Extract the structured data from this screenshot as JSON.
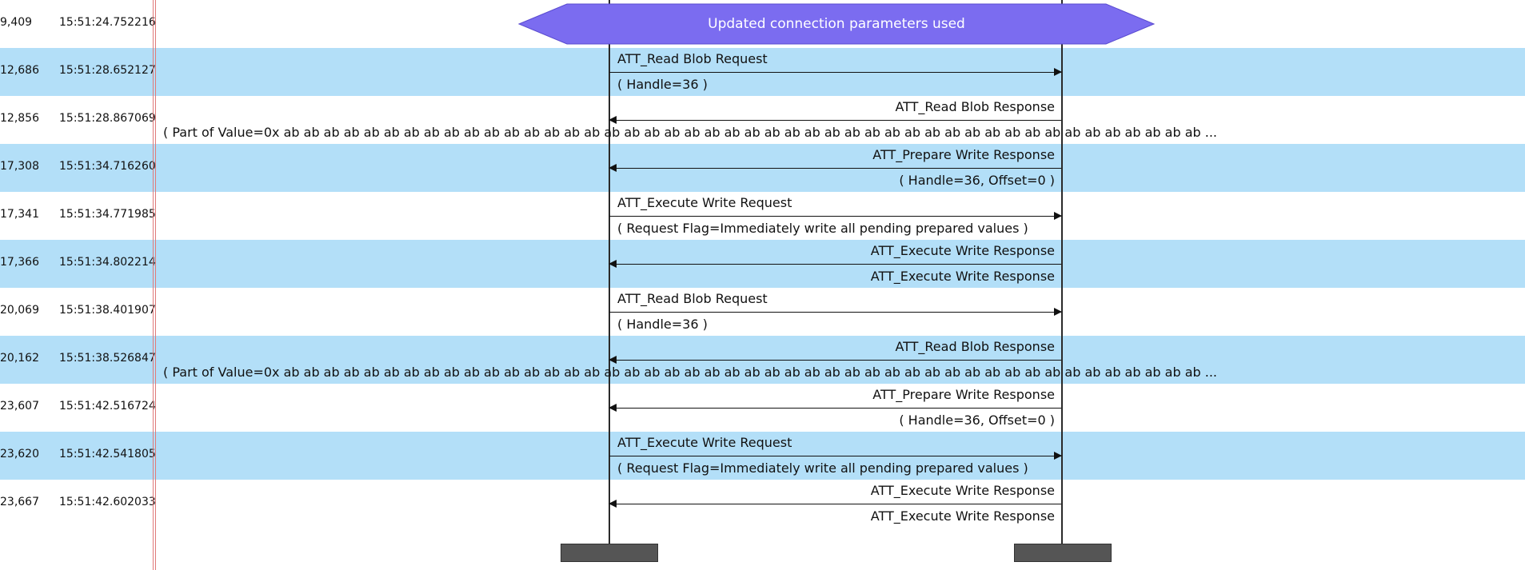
{
  "banner": {
    "text": "Updated connection parameters used"
  },
  "rows": [
    {
      "index": "9,409",
      "time": "15:51:24.752216",
      "shaded": false
    },
    {
      "index": "12,686",
      "time": "15:51:28.652127",
      "shaded": true,
      "messages": [
        {
          "dir": "right",
          "top_label": "ATT_Read Blob Request",
          "bottom_label": "( Handle=36 )"
        }
      ]
    },
    {
      "index": "12,856",
      "time": "15:51:28.867069",
      "shaded": false,
      "messages": [
        {
          "dir": "left",
          "top_label": "ATT_Read Blob Response",
          "bottom_label": "( Part of Value=0x ab ab ab ab ab ab ab ab ab ab ab ab ab ab ab ab ab ab ab ab ab ab ab ab ab ab ab ab ab ab ab ab ab ab ab ab ab ab ab ab ab ab ab ab ab ab ..."
        }
      ]
    },
    {
      "index": "17,308",
      "time": "15:51:34.716260",
      "shaded": true,
      "messages": [
        {
          "dir": "left",
          "top_label": "ATT_Prepare Write Response",
          "bottom_label": "( Handle=36, Offset=0 )"
        }
      ]
    },
    {
      "index": "17,341",
      "time": "15:51:34.771985",
      "shaded": false,
      "messages": [
        {
          "dir": "right",
          "top_label": "ATT_Execute Write Request",
          "bottom_label": "( Request Flag=Immediately write all pending prepared values )"
        }
      ]
    },
    {
      "index": "17,366",
      "time": "15:51:34.802214",
      "shaded": true,
      "messages": [
        {
          "dir": "left",
          "top_label": "ATT_Execute Write Response",
          "bottom_label": "ATT_Execute Write Response"
        }
      ]
    },
    {
      "index": "20,069",
      "time": "15:51:38.401907",
      "shaded": false,
      "messages": [
        {
          "dir": "right",
          "top_label": "ATT_Read Blob Request",
          "bottom_label": "( Handle=36 )"
        }
      ]
    },
    {
      "index": "20,162",
      "time": "15:51:38.526847",
      "shaded": true,
      "messages": [
        {
          "dir": "left",
          "top_label": "ATT_Read Blob Response",
          "bottom_label": "( Part of Value=0x ab ab ab ab ab ab ab ab ab ab ab ab ab ab ab ab ab ab ab ab ab ab ab ab ab ab ab ab ab ab ab ab ab ab ab ab ab ab ab ab ab ab ab ab ab ab ..."
        }
      ]
    },
    {
      "index": "23,607",
      "time": "15:51:42.516724",
      "shaded": false,
      "messages": [
        {
          "dir": "left",
          "top_label": "ATT_Prepare Write Response",
          "bottom_label": "( Handle=36, Offset=0 )"
        }
      ]
    },
    {
      "index": "23,620",
      "time": "15:51:42.541805",
      "shaded": true,
      "messages": [
        {
          "dir": "right",
          "top_label": "ATT_Execute Write Request",
          "bottom_label": "( Request Flag=Immediately write all pending prepared values )"
        }
      ]
    },
    {
      "index": "23,667",
      "time": "15:51:42.602033",
      "shaded": false,
      "messages": [
        {
          "dir": "left",
          "top_label": "ATT_Execute Write Response",
          "bottom_label": "ATT_Execute Write Response"
        }
      ]
    }
  ],
  "colors": {
    "row_shade": "#b3dff8",
    "banner_fill": "#7b6cf0",
    "banner_stroke": "#5a4bd0",
    "lifeline_box": "#555555",
    "divider": "#e07a7a"
  }
}
